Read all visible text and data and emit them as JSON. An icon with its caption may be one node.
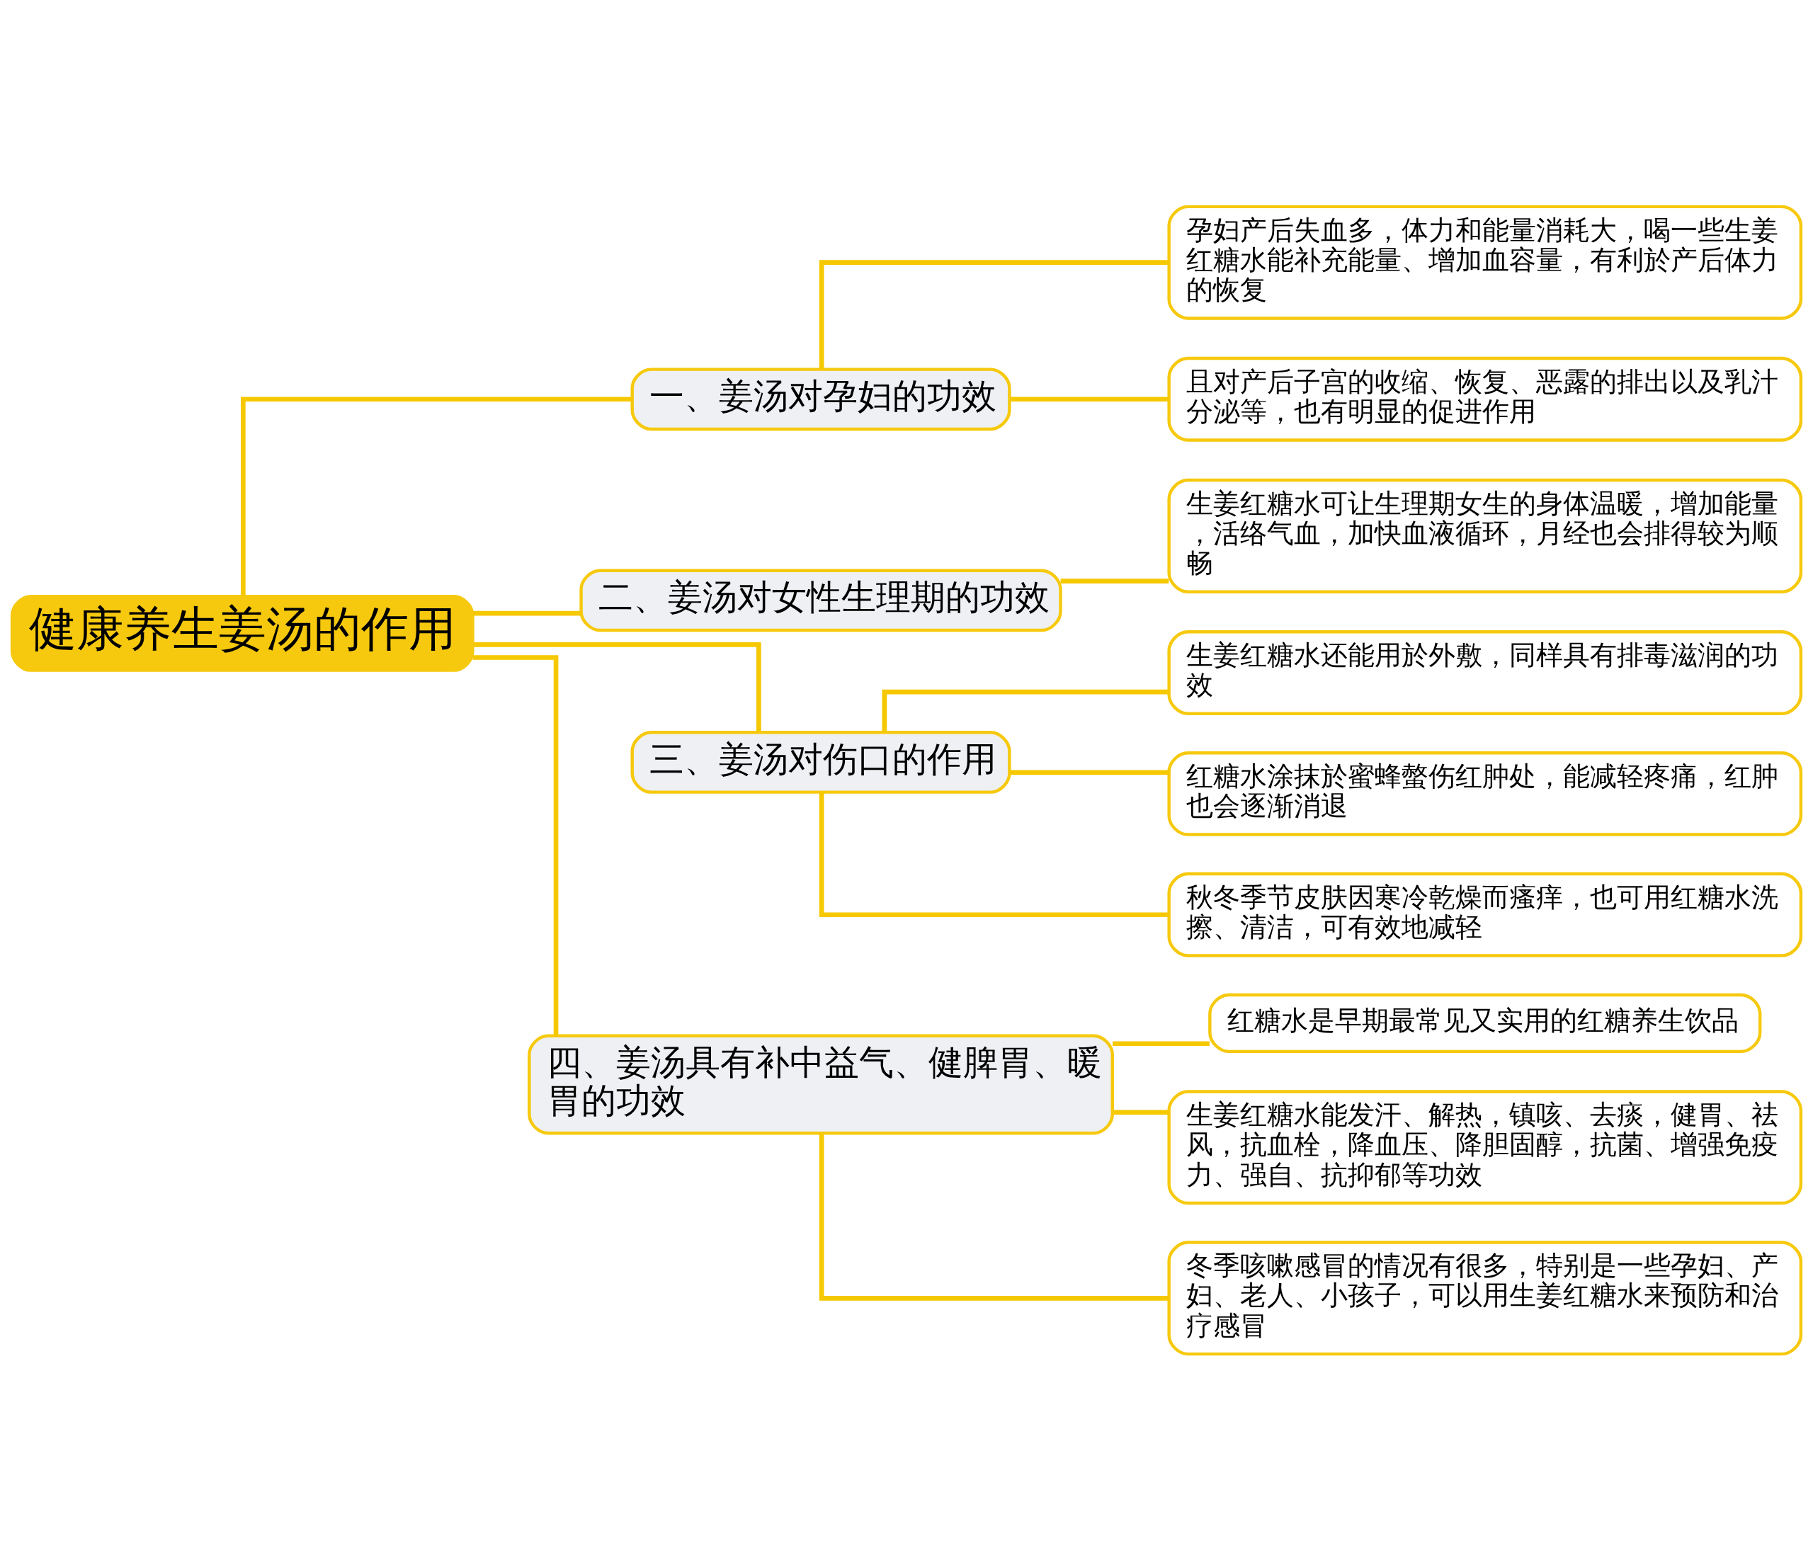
{
  "diagram": {
    "nodes": [
      {
        "text": [
          "健康养生姜汤的作用"
        ]
      },
      {
        "text": [
          "一、姜汤对孕妇的功效"
        ]
      },
      {
        "text": [
          "孕妇产后失血多，体力和能量消耗大，喝一些生姜红糖水能补充能量、增加血容量，有利於产后体力的恢复"
        ]
      },
      {
        "text": [
          "且对产后子宫的收缩、恢复、恶露的排出以及乳汁分泌等，也有明显的促进作用"
        ]
      },
      {
        "text": [
          "二、姜汤对女性生理期的功效"
        ]
      },
      {
        "text": [
          "生姜红糖水可让生理期女生的身体温暖，增加能量，活络气血，加快血液循环，月经也会排得较为顺畅"
        ]
      },
      {
        "text": [
          "三、姜汤对伤口的作用"
        ]
      },
      {
        "text": [
          "生姜红糖水还能用於外敷，同样具有排毒滋润的功效"
        ]
      },
      {
        "text": [
          "红糖水涂抹於蜜蜂螫伤红肿处，能减轻疼痛，红肿也会逐渐消退"
        ]
      },
      {
        "text": [
          "秋冬季节皮肤因寒冷乾燥而瘙痒，也可用红糖水洗擦、清洁，可有效地减轻"
        ]
      },
      {
        "text": [
          "四、姜汤具有补中益气、健脾胃、暖胃的功效"
        ]
      },
      {
        "text": [
          "红糖水是早期最常见又实用的红糖养生饮品"
        ]
      },
      {
        "text": [
          "生姜红糖水能发汗、解热，镇咳、去痰，健胃、祛风，抗血栓，降血压、降胆固醇，抗菌、增强免疫力、强自、抗抑郁等功效"
        ]
      },
      {
        "text": [
          "冬季咳嗽感冒的情况有很多，特别是一些孕妇、产妇、老人、小孩子，可以用生姜红糖水来预防和治疗感冒"
        ]
      }
    ],
    "edges": [
      {
        "from": 0,
        "to": 1,
        "arrow": "none"
      },
      {
        "from": 1,
        "to": 2,
        "arrow": "none"
      },
      {
        "from": 1,
        "to": 3,
        "arrow": "none"
      },
      {
        "from": 0,
        "to": 4,
        "arrow": "none"
      },
      {
        "from": 4,
        "to": 5,
        "arrow": "none"
      },
      {
        "from": 0,
        "to": 6,
        "arrow": "none"
      },
      {
        "from": 6,
        "to": 7,
        "arrow": "none"
      },
      {
        "from": 6,
        "to": 8,
        "arrow": "none"
      },
      {
        "from": 6,
        "to": 9,
        "arrow": "none"
      },
      {
        "from": 0,
        "to": 10,
        "arrow": "none"
      },
      {
        "from": 10,
        "to": 11,
        "arrow": "none"
      },
      {
        "from": 10,
        "to": 12,
        "arrow": "none"
      },
      {
        "from": 10,
        "to": 13,
        "arrow": "none"
      }
    ]
  }
}
